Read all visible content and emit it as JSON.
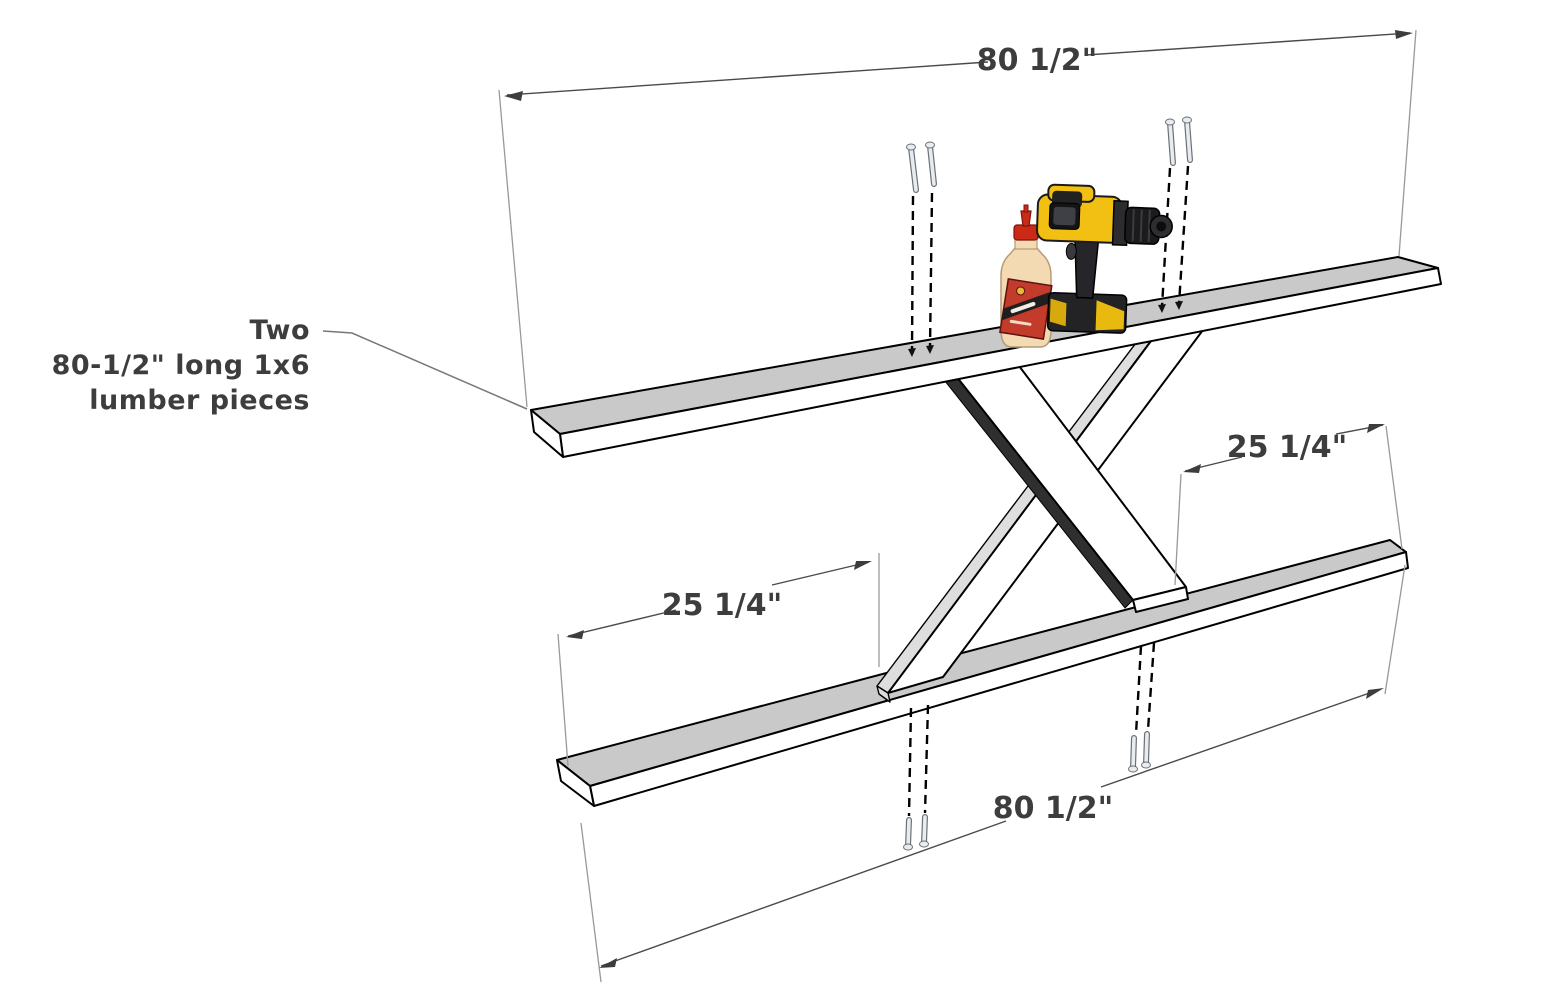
{
  "diagram": {
    "type": "assembly-step",
    "callout": {
      "lines": [
        "Two",
        "80-1/2\" long 1x6",
        "lumber pieces"
      ]
    },
    "dimensions": {
      "top_board_length": "80 1/2\"",
      "bottom_board_length": "80 1/2\"",
      "left_leg_inset": "25 1/4\"",
      "right_leg_inset": "25 1/4\""
    },
    "objects": {
      "drill": "cordless-drill",
      "glue": "glue-bottle",
      "fasteners": "wood-screws"
    },
    "colors": {
      "board_top": "#c9c9c9",
      "board_face": "#ffffff",
      "outline": "#000000",
      "annotation_text": "#3d3d3d",
      "drill_yellow": "#f0c013",
      "glue_red": "#c3382a",
      "screw_silver": "#e8ecf0"
    }
  }
}
